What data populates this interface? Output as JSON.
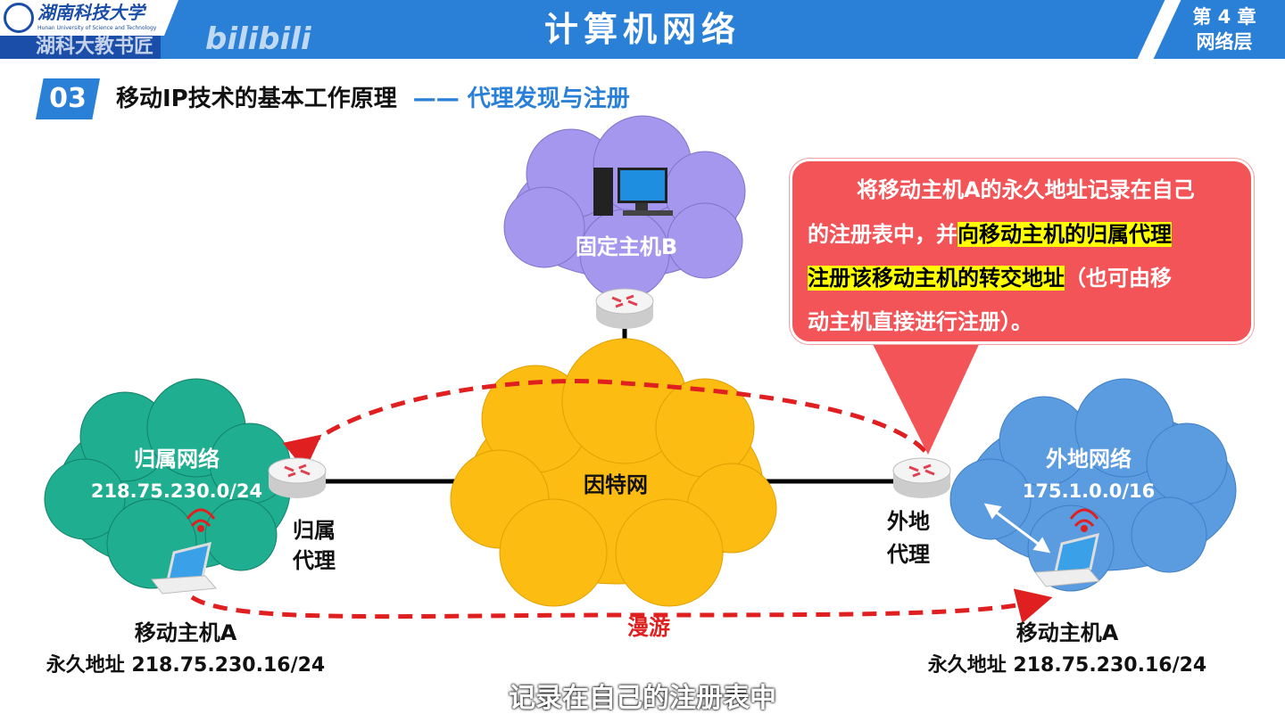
{
  "header": {
    "university": "湖南科技大学",
    "university_en": "Hunan University of Science and Technology",
    "watermark": "湖科大教书匠",
    "watermark_logo": "bilibili",
    "course_title": "计算机网络",
    "chapter": "第 4 章",
    "chapter_name": "网络层"
  },
  "section": {
    "number": "03",
    "title": "移动IP技术的基本工作原理",
    "subtitle": "—— 代理发现与注册"
  },
  "diagram": {
    "fixed_host": "固定主机B",
    "internet": "因特网",
    "home_network": {
      "name": "归属网络",
      "prefix": "218.75.230.0/24"
    },
    "foreign_network": {
      "name": "外地网络",
      "prefix": "175.1.0.0/16"
    },
    "home_agent": [
      "归属",
      "代理"
    ],
    "foreign_agent": [
      "外地",
      "代理"
    ],
    "roaming": "漫游",
    "mobile_host_left": {
      "name": "移动主机A",
      "address": "永久地址 218.75.230.16/24"
    },
    "mobile_host_right": {
      "name": "移动主机A",
      "address": "永久地址 218.75.230.16/24"
    }
  },
  "callout": {
    "line1": "将移动主机A的永久地址记录在自己",
    "line2a": "的注册表中，并",
    "line2b": "向移动主机的归属代理",
    "line3a": "注册该移动主机的转交地址",
    "line3b": "（也可由移",
    "line4": "动主机直接进行注册）。"
  },
  "subtitle": "记录在自己的注册表中",
  "colors": {
    "header": "#2a7fd6",
    "callout": "#f25458",
    "highlight": "#ffff00",
    "internet": "#fdbc12",
    "home": "#1fae8f",
    "foreign": "#5b9be0",
    "fixed": "#a597ee",
    "roaming": "#e02020"
  }
}
